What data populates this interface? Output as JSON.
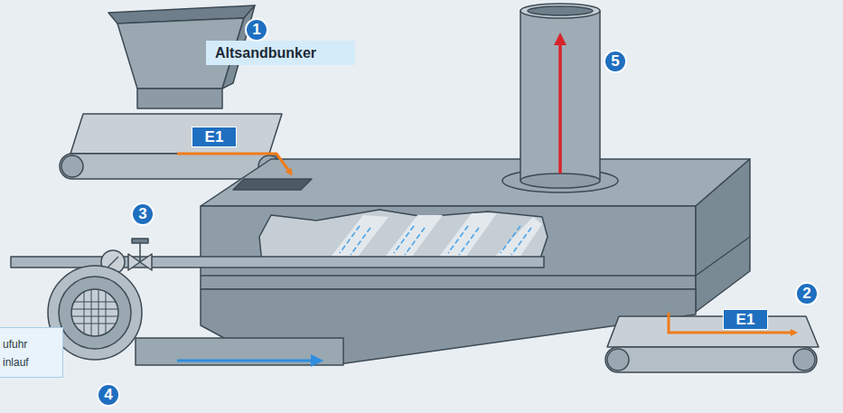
{
  "diagram": {
    "nodes": [
      {
        "text": [
          "Altsandbunker"
        ]
      },
      {
        "text": [
          "ufuhr inlauf"
        ]
      }
    ],
    "labels": [
      "1",
      "E1",
      "3",
      "5",
      "2",
      "E1",
      "4"
    ]
  }
}
